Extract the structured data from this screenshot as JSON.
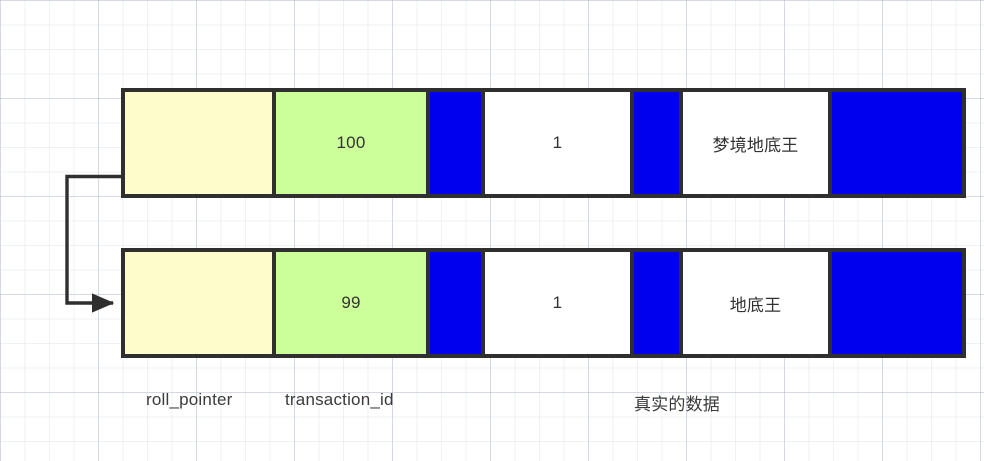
{
  "diagram": {
    "title": "MVCC undo log version chain",
    "background": {
      "color": "#ffffff",
      "grid": "graph-paper"
    },
    "palette": {
      "border": "#2f2f2f",
      "roll_pointer_fill": "#fffccc",
      "transaction_id_fill": "#ccff99",
      "hidden_fill": "#0000ee",
      "data_fill": "#ffffff",
      "text": "#333333"
    },
    "rows": [
      {
        "name": "newer-version-row",
        "cells": [
          {
            "name": "roll-pointer-cell",
            "value": "",
            "fill": "#fffccc"
          },
          {
            "name": "transaction-id-cell",
            "value": "100",
            "fill": "#ccff99"
          },
          {
            "name": "hidden-column-a",
            "value": "",
            "fill": "#0000ee"
          },
          {
            "name": "data-id-cell",
            "value": "1",
            "fill": "#ffffff"
          },
          {
            "name": "hidden-column-b",
            "value": "",
            "fill": "#0000ee"
          },
          {
            "name": "data-name-cell",
            "value": "梦境地底王",
            "fill": "#ffffff"
          },
          {
            "name": "hidden-column-c",
            "value": "",
            "fill": "#0000ee"
          }
        ]
      },
      {
        "name": "older-version-row",
        "cells": [
          {
            "name": "roll-pointer-cell",
            "value": "",
            "fill": "#fffccc"
          },
          {
            "name": "transaction-id-cell",
            "value": "99",
            "fill": "#ccff99"
          },
          {
            "name": "hidden-column-a",
            "value": "",
            "fill": "#0000ee"
          },
          {
            "name": "data-id-cell",
            "value": "1",
            "fill": "#ffffff"
          },
          {
            "name": "hidden-column-b",
            "value": "",
            "fill": "#0000ee"
          },
          {
            "name": "data-name-cell",
            "value": "地底王",
            "fill": "#ffffff"
          },
          {
            "name": "hidden-column-c",
            "value": "",
            "fill": "#0000ee"
          }
        ]
      }
    ],
    "labels": {
      "roll_pointer": "roll_pointer",
      "transaction_id": "transaction_id",
      "real_data": "真实的数据"
    },
    "connector": {
      "name": "roll-pointer-arrow",
      "from": "newer-version-row roll_pointer",
      "to": "older-version-row roll_pointer",
      "color": "#2f2f2f"
    }
  }
}
